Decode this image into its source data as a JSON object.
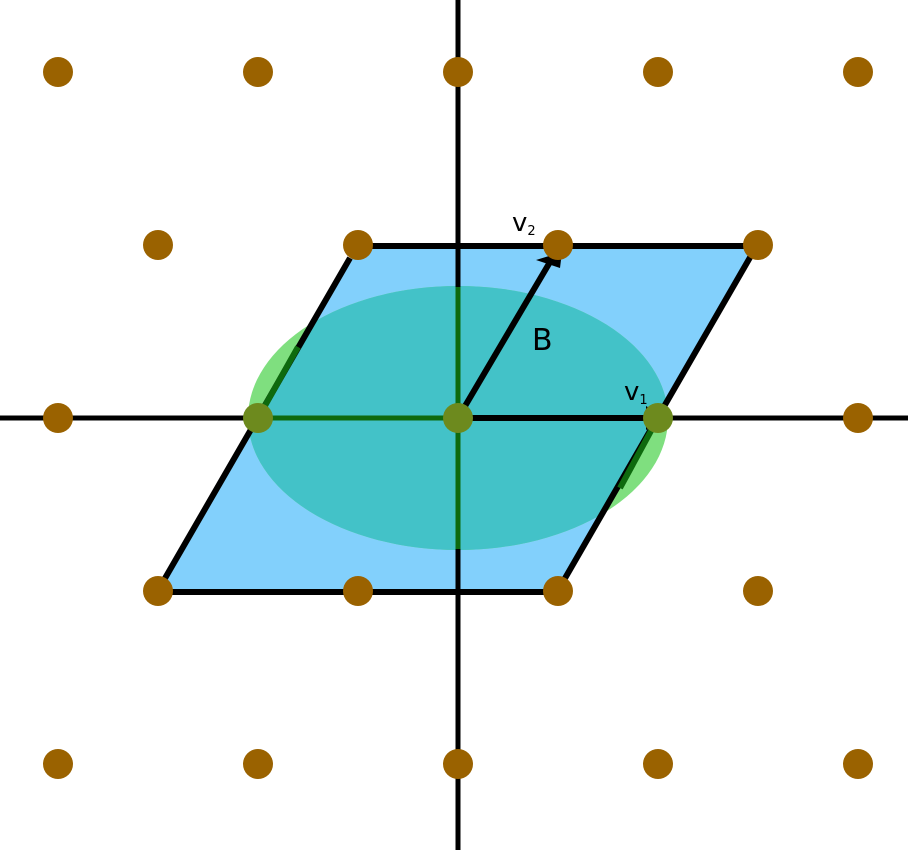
{
  "diagram": {
    "labels": {
      "v1": "v",
      "v1_sub": "1",
      "v2": "v",
      "v2_sub": "2",
      "region": "B"
    },
    "lattice": {
      "basis": {
        "v1": [
          1,
          0
        ],
        "v2": [
          0.5,
          1
        ]
      },
      "visible_points": [
        [
          -2,
          2
        ],
        [
          -1,
          2
        ],
        [
          0,
          2
        ],
        [
          1,
          2
        ],
        [
          2,
          2
        ],
        [
          -1.5,
          1
        ],
        [
          -0.5,
          1
        ],
        [
          0.5,
          1
        ],
        [
          1.5,
          1
        ],
        [
          -2,
          0
        ],
        [
          -1,
          0
        ],
        [
          0,
          0
        ],
        [
          1,
          0
        ],
        [
          2,
          0
        ],
        [
          -1.5,
          -1
        ],
        [
          -0.5,
          -1
        ],
        [
          0.5,
          -1
        ],
        [
          1.5,
          -1
        ],
        [
          -2,
          -2
        ],
        [
          -1,
          -2
        ],
        [
          0,
          -2
        ],
        [
          1,
          -2
        ],
        [
          2,
          -2
        ]
      ]
    },
    "colors": {
      "point": "#9a6200",
      "parallelogram": "#82d0fc",
      "ellipse": "#55d655",
      "overlap": "#40c2c6",
      "axis": "#000000",
      "edge": "#000000",
      "vector": "#000000",
      "point_on_green": "#6d8a1e"
    }
  }
}
